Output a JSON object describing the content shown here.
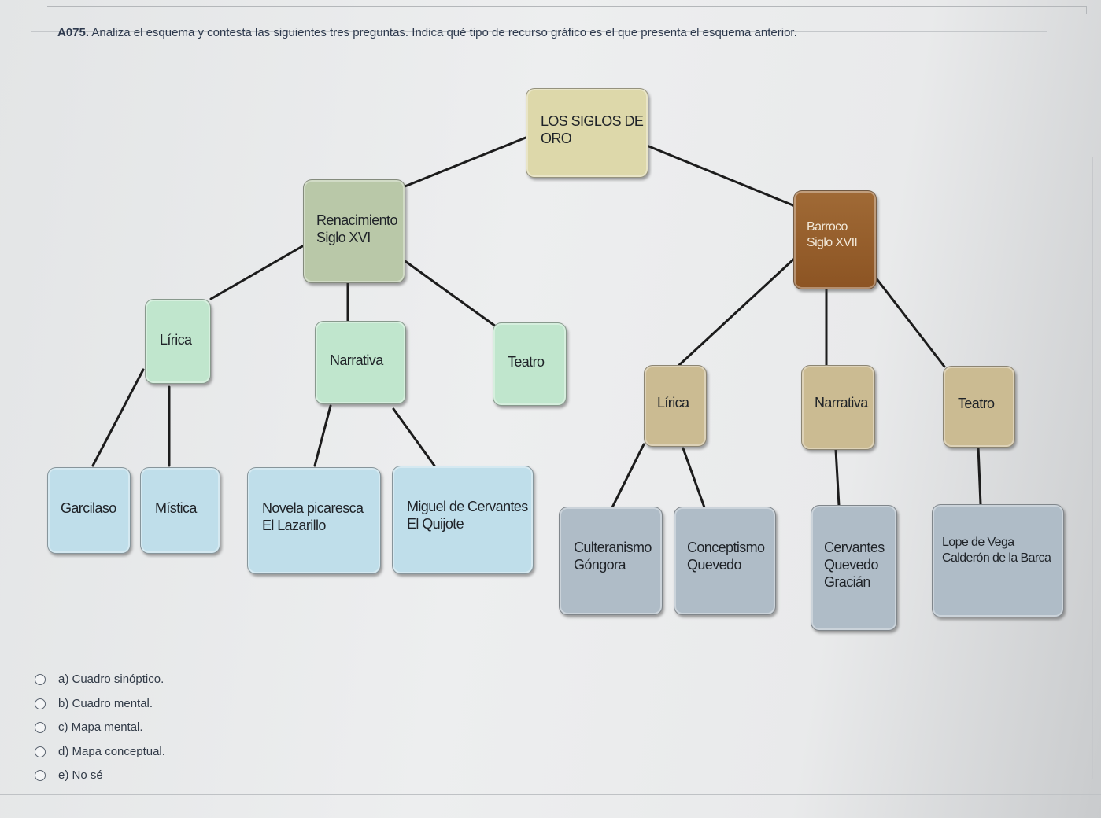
{
  "question": {
    "number": "A075.",
    "text": "Analiza el esquema y contesta las siguientes tres preguntas. Indica qué tipo de recurso gráfico es el que presenta el esquema anterior."
  },
  "diagram": {
    "root": {
      "line1": "LOS SIGLOS DE",
      "line2": "ORO"
    },
    "renacimiento": {
      "title": "Renacimiento",
      "subtitle": "Siglo XVI",
      "lirica": "Lírica",
      "narrativa": "Narrativa",
      "teatro": "Teatro",
      "garcilaso": "Garcilaso",
      "mistica": "Mística",
      "novela": {
        "line1": "Novela picaresca",
        "line2": "El Lazarillo"
      },
      "cervantes": {
        "line1": "Miguel de Cervantes",
        "line2": "El Quijote"
      }
    },
    "barroco": {
      "title": "Barroco",
      "subtitle": "Siglo XVII",
      "lirica": "Lírica",
      "narrativa": "Narrativa",
      "teatro": "Teatro",
      "culteranismo": {
        "line1": "Culteranismo",
        "line2": "Góngora"
      },
      "conceptismo": {
        "line1": "Conceptismo",
        "line2": "Quevedo"
      },
      "narrativa_autores": {
        "line1": "Cervantes",
        "line2": "Quevedo",
        "line3": "Gracián"
      },
      "teatro_autores": {
        "line1": "Lope de Vega",
        "line2": "Calderón de la Barca"
      }
    }
  },
  "options": [
    {
      "label": "a) Cuadro sinóptico."
    },
    {
      "label": "b) Cuadro mental."
    },
    {
      "label": "c) Mapa mental."
    },
    {
      "label": "d) Mapa conceptual."
    },
    {
      "label": "e) No sé"
    }
  ]
}
